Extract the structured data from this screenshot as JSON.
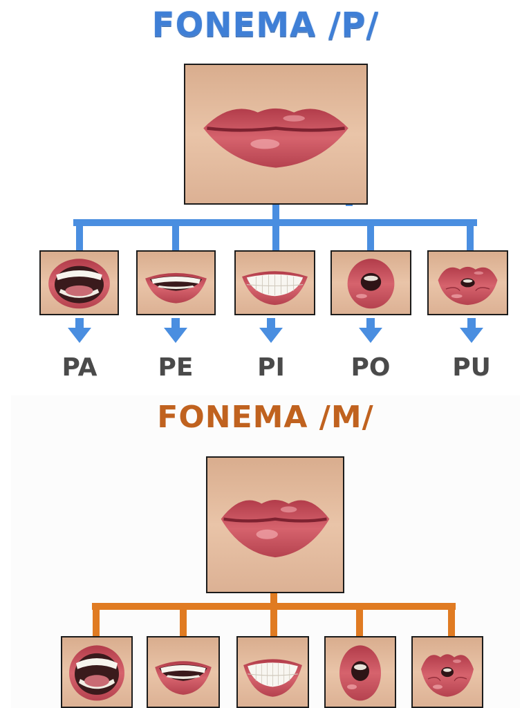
{
  "colors": {
    "accent_p": "#3f7fd6",
    "accent_m": "#c0621f",
    "connector_p": "#4a8ee0",
    "connector_m": "#e07b22",
    "label_text": "#4a4a4a",
    "lip": "#c44a55",
    "skin": "#e3b89a"
  },
  "fonema_p": {
    "title": "FONEMA /P/",
    "main_image": {
      "icon": "closed-lips-icon"
    },
    "branches": [
      {
        "syllable": "PA",
        "icon": "mouth-open-wide-icon"
      },
      {
        "syllable": "PE",
        "icon": "mouth-smile-teeth-icon"
      },
      {
        "syllable": "PI",
        "icon": "mouth-grin-teeth-icon"
      },
      {
        "syllable": "PO",
        "icon": "mouth-round-open-icon"
      },
      {
        "syllable": "PU",
        "icon": "mouth-pucker-icon"
      }
    ]
  },
  "fonema_m": {
    "title": "FONEMA /M/",
    "main_image": {
      "icon": "closed-lips-icon"
    },
    "branches": [
      {
        "icon": "mouth-open-wide-icon"
      },
      {
        "icon": "mouth-smile-teeth-icon"
      },
      {
        "icon": "mouth-grin-teeth-icon"
      },
      {
        "icon": "mouth-round-open-icon"
      },
      {
        "icon": "mouth-pucker-icon"
      }
    ]
  }
}
